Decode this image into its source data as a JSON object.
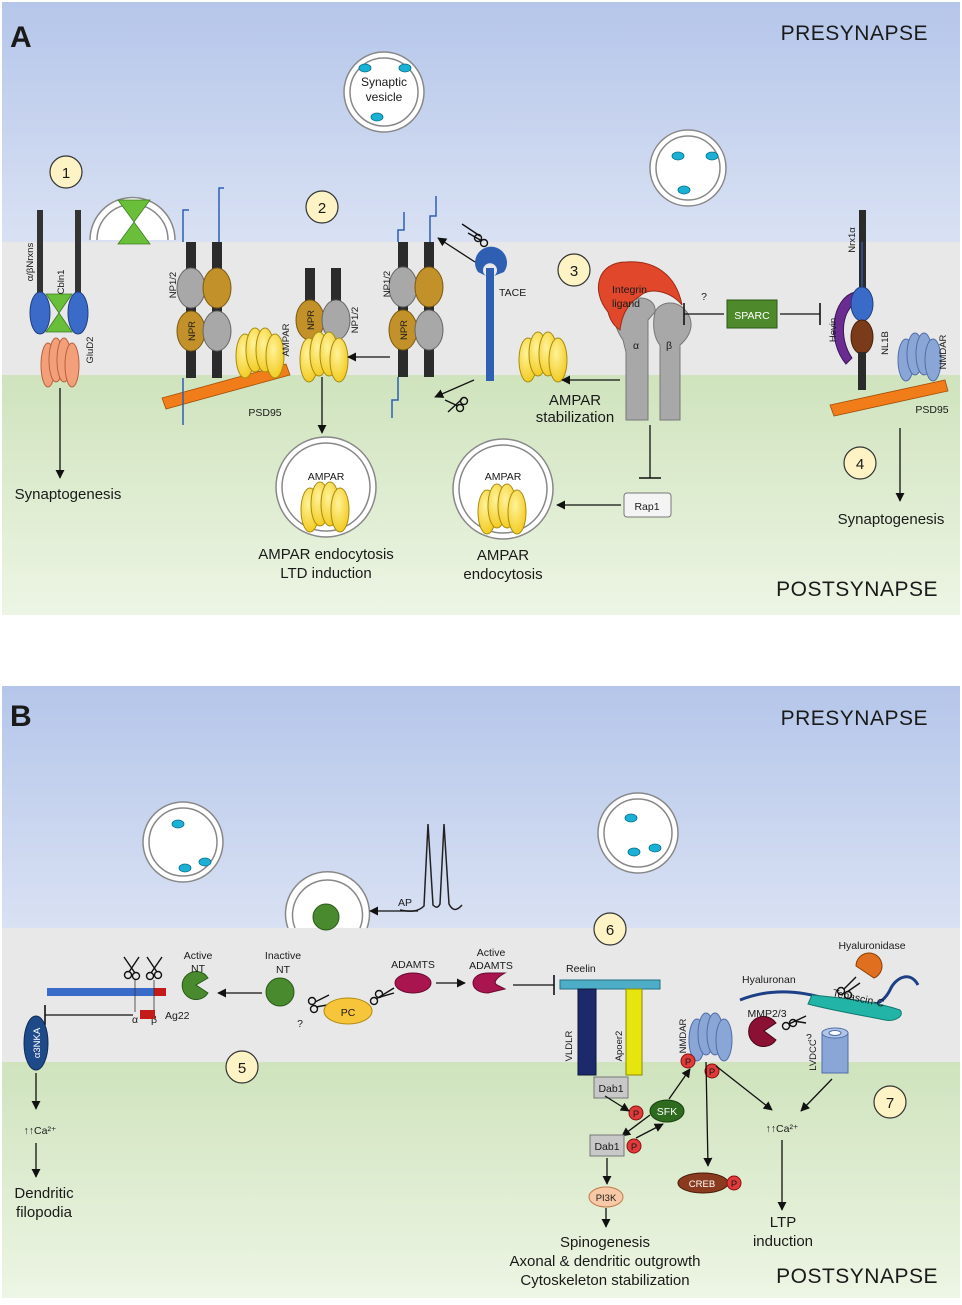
{
  "panels": {
    "a": {
      "letter": "A",
      "presynapse": "PRESYNAPSE",
      "postsynapse": "POSTSYNAPSE",
      "vesicle_label": [
        "Synaptic",
        "vesicle"
      ],
      "steps": [
        "1",
        "2",
        "3",
        "4"
      ],
      "mech1": {
        "nrxn": "α/βNrxns",
        "cbln": "Cbln1",
        "glud": "GluD2",
        "outcome": "Synaptogenesis"
      },
      "mech2": {
        "np12": "NP1/2",
        "npr": "NPR",
        "ampar": "AMPAR",
        "psd95": "PSD95",
        "tace": "TACE",
        "vesicle_ampar": "AMPAR",
        "outcome_1": "AMPAR endocytosis",
        "outcome_2": "LTD induction"
      },
      "mech3": {
        "integrin_ligand": [
          "Integrin",
          "ligand"
        ],
        "alpha": "α",
        "beta": "β",
        "question": "?",
        "sparc": "SPARC",
        "stabilization": [
          "AMPAR",
          "stabilization"
        ],
        "rap1": "Rap1",
        "vesicle_ampar": "AMPAR",
        "outcome": [
          "AMPAR",
          "endocytosis"
        ]
      },
      "mech4": {
        "nrx1a": "Nrx1α",
        "hevin": "Hevin",
        "nl1b": "NL1B",
        "nmdar": "NMDAR",
        "psd95": "PSD95",
        "outcome": "Synaptogenesis"
      }
    },
    "b": {
      "letter": "B",
      "presynapse": "PRESYNAPSE",
      "postsynapse": "POSTSYNAPSE",
      "steps": [
        "5",
        "6",
        "7"
      ],
      "ap": "AP",
      "mech5": {
        "active_nt": [
          "Active",
          "NT"
        ],
        "inactive_nt": [
          "Inactive",
          "NT"
        ],
        "alpha": "α",
        "beta": "β",
        "pc": "PC",
        "question": "?",
        "ag22": "Ag22",
        "a3nka": "α3NKA",
        "ca": "↑↑Ca²⁺",
        "outcome": [
          "Dendritic",
          "filopodia"
        ]
      },
      "mech6": {
        "adamts": "ADAMTS",
        "active_adamts": [
          "Active",
          "ADAMTS"
        ],
        "reelin": "Reelin",
        "vldlr": "VLDLR",
        "apoer2": "Apoer2",
        "dab1": "Dab1",
        "nmdar": "NMDAR",
        "sfk": "SFK",
        "p": "P",
        "pi3k": "PI3K",
        "creb": "CREB",
        "outcome": [
          "Spinogenesis",
          "Axonal & dendritic outgrowth",
          "Cytoskeleton stabilization"
        ]
      },
      "mech7": {
        "hyaluronidase": "Hyaluronidase",
        "hyaluronan": "Hyaluronan",
        "tenascin": "Tenascin-C",
        "mmp": "MMP2/3",
        "question": "?",
        "lvdcc": "LVDCC",
        "ca": "↑↑Ca²⁺",
        "outcome": [
          "LTP",
          "induction"
        ]
      }
    }
  },
  "colors": {
    "presynapse_top": "#b7c7ea",
    "cleft": "#e8e8e8",
    "postsynapse": "#dceccd",
    "ampar": "#f5d438",
    "npr": "#c2912a",
    "tace": "#2f5fb3",
    "psd95": "#f07d1a",
    "sparc": "#4e8a2c",
    "integrin_ligand": "#e0472b",
    "hevin": "#6a2c91",
    "nt_green": "#4a8a2e",
    "adamts": "#a8154f",
    "pc": "#f7c53a",
    "phospho": "#e03a3a",
    "creb": "#8a3b1f",
    "tenascin": "#22b4a6",
    "hyaluronidase": "#e07020",
    "mmp": "#8a1034",
    "lvdcc": "#8aa6d6",
    "nmdar": "#8aa6d6"
  }
}
